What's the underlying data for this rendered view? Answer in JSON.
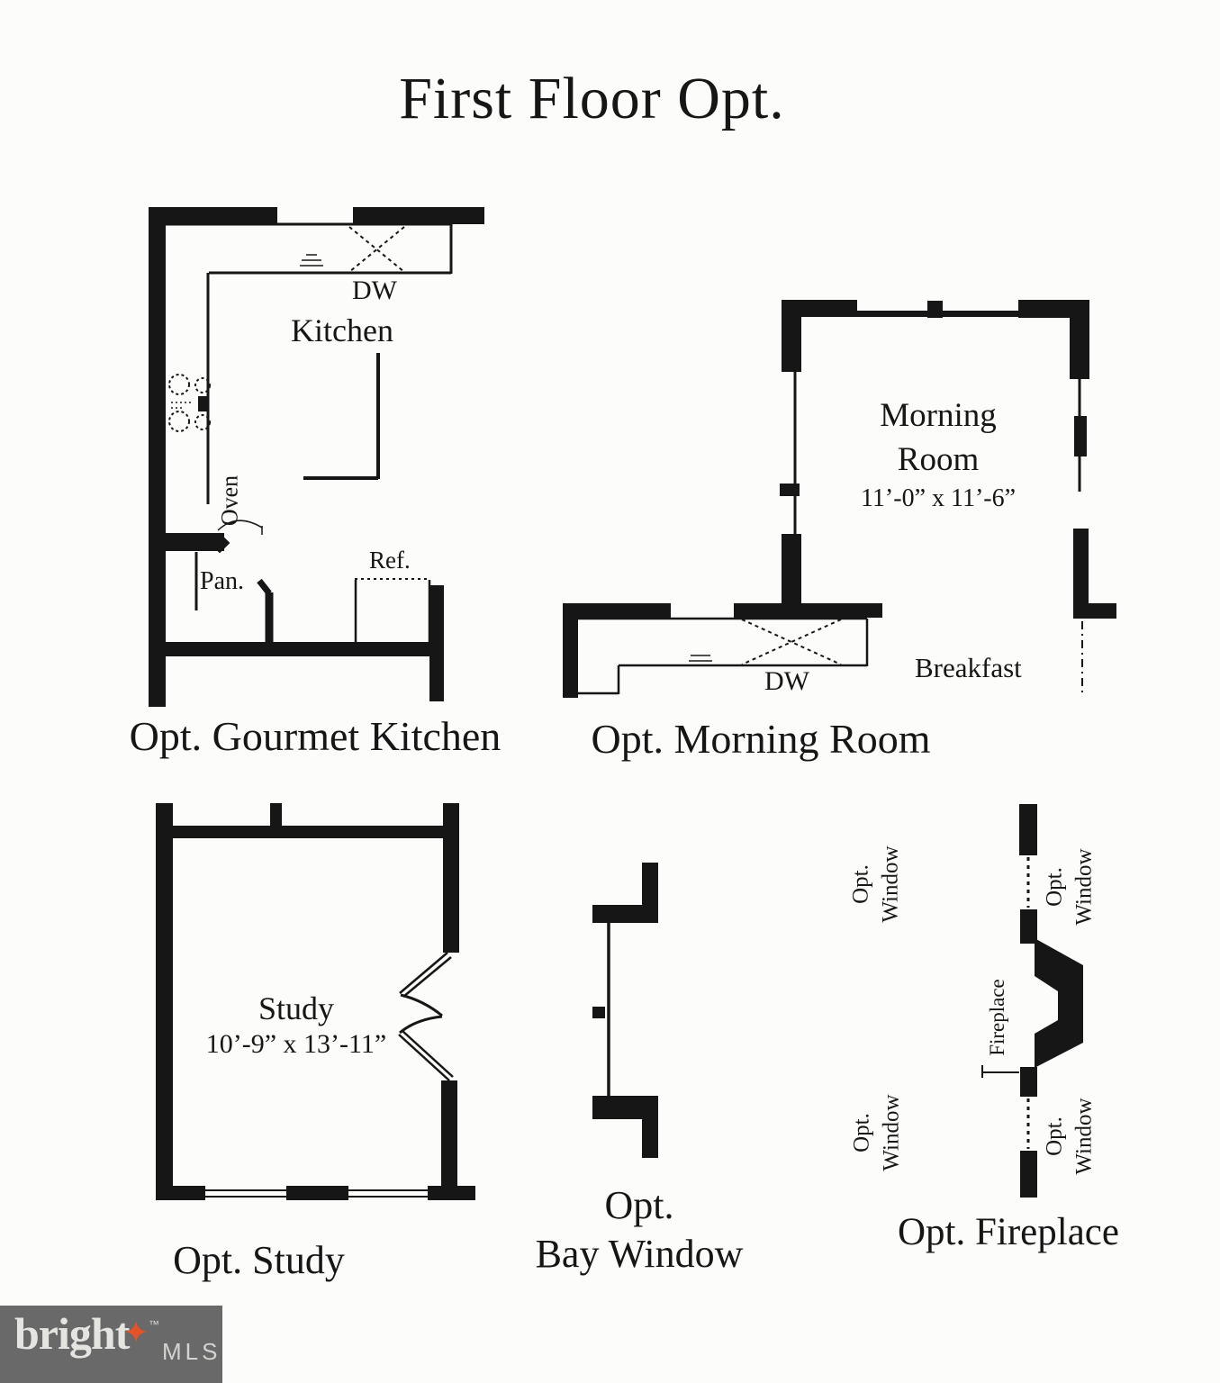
{
  "title": "First Floor Opt.",
  "colors": {
    "ink": "#161616",
    "background": "#fcfcfb",
    "logo_background": "#69696a",
    "logo_brand_text": "#e4e4e0",
    "logo_mls_text": "#d3d3cf",
    "logo_spark": "#e65227"
  },
  "kitchen": {
    "dw_label": "DW",
    "name": "Kitchen",
    "oven_label": "Oven",
    "pantry_label": "Pan.",
    "fridge_label": "Ref.",
    "caption": "Opt. Gourmet Kitchen"
  },
  "morning_room": {
    "name_line1": "Morning",
    "name_line2": "Room",
    "dimensions": "11’-0” x 11’-6”",
    "dw_label": "DW",
    "breakfast_label": "Breakfast",
    "caption": "Opt. Morning Room"
  },
  "study": {
    "name": "Study",
    "dimensions": "10’-9” x 13’-11”",
    "caption": "Opt. Study"
  },
  "bay_window": {
    "caption_line1": "Opt.",
    "caption_line2": "Bay Window"
  },
  "fireplace": {
    "label": "Fireplace",
    "opt_window_line1": "Opt.",
    "opt_window_line2": "Window",
    "caption": "Opt. Fireplace"
  },
  "logo": {
    "brand": "bright",
    "trademark": "™",
    "suffix": "MLS"
  }
}
